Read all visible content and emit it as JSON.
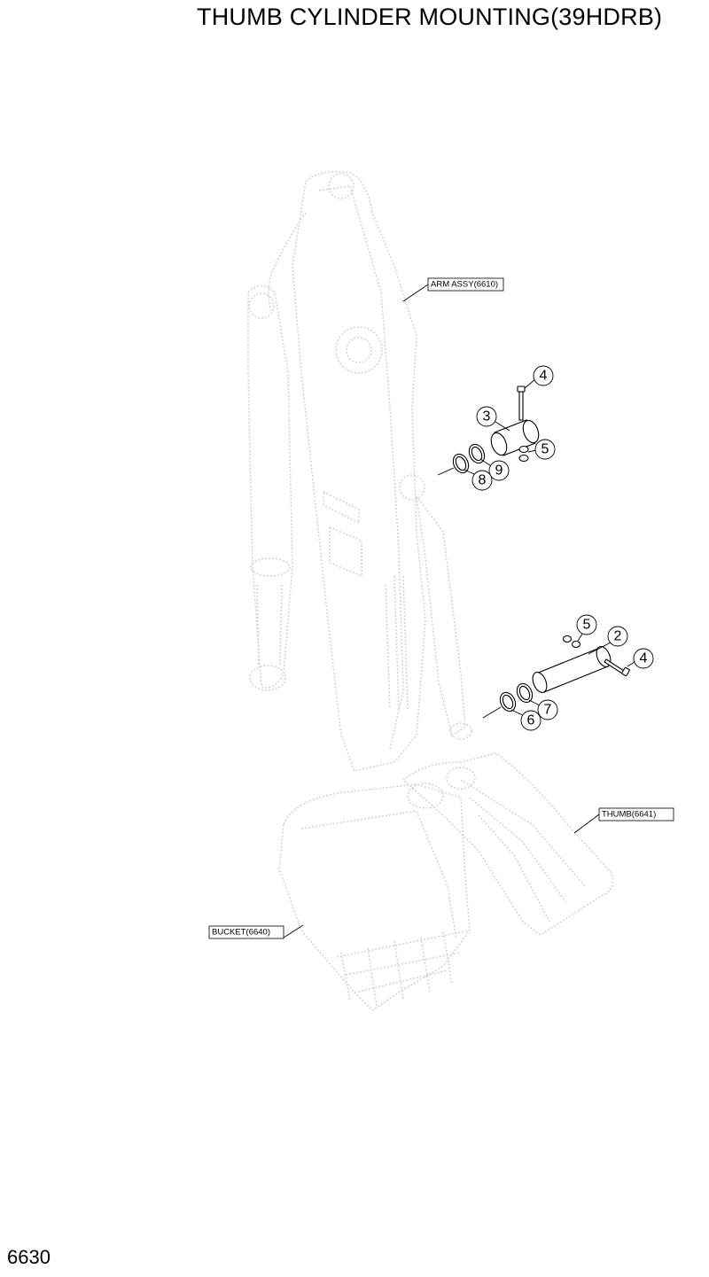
{
  "title": "THUMB CYLINDER MOUNTING(39HDRB)",
  "page_number": "6630",
  "assembly_labels": {
    "arm": "ARM ASSY(6610)",
    "thumb": "THUMB(6641)",
    "bucket": "BUCKET(6640)"
  },
  "balloons": {
    "b4a": "4",
    "b3": "3",
    "b5a": "5",
    "b9": "9",
    "b8": "8",
    "b5b": "5",
    "b2": "2",
    "b4b": "4",
    "b7": "7",
    "b6": "6"
  }
}
